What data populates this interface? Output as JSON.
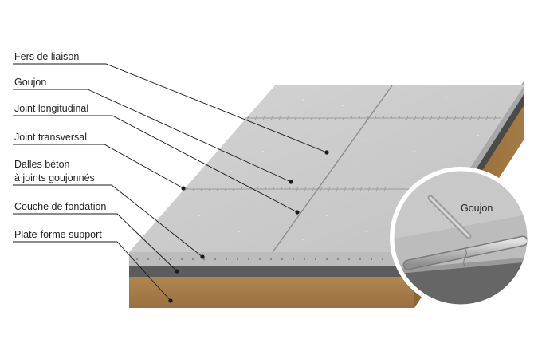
{
  "labels": [
    {
      "id": "fers",
      "text": "Fers de liaison"
    },
    {
      "id": "goujon",
      "text": "Goujon"
    },
    {
      "id": "joint-long",
      "text": "Joint longitudinal"
    },
    {
      "id": "joint-trans",
      "text": "Joint transversal"
    },
    {
      "id": "dalles-1",
      "text": "Dalles béton"
    },
    {
      "id": "dalles-2",
      "text": "à joints goujonnés"
    },
    {
      "id": "fondation",
      "text": "Couche de fondation"
    },
    {
      "id": "plateforme",
      "text": "Plate-forme support"
    }
  ],
  "inset": {
    "label": "Goujon"
  },
  "colors": {
    "concrete_top": "#c9c9c9",
    "concrete_side": "#bdbdbd",
    "foundation": "#5c5c5c",
    "soil": "#a47b43",
    "leader": "#1a1a1a"
  }
}
